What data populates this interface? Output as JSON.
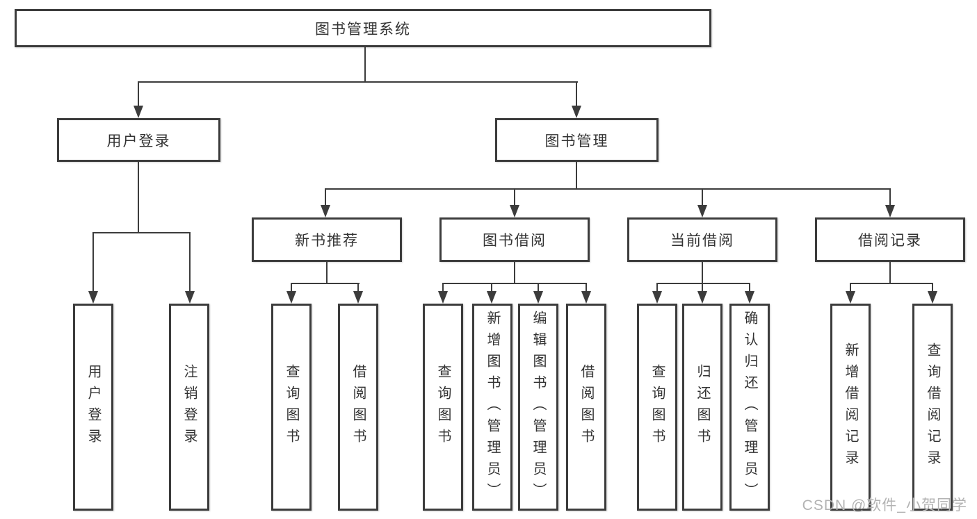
{
  "tree": {
    "label": "图书管理系统",
    "children": [
      {
        "label": "用户登录",
        "children": [
          {
            "label": "用户登录"
          },
          {
            "label": "注销登录"
          }
        ]
      },
      {
        "label": "图书管理",
        "children": [
          {
            "label": "新书推荐",
            "children": [
              {
                "label": "查询图书"
              },
              {
                "label": "借阅图书"
              }
            ]
          },
          {
            "label": "图书借阅",
            "children": [
              {
                "label": "查询图书"
              },
              {
                "label": "新增图书（管理员）"
              },
              {
                "label": "编辑图书（管理员）"
              },
              {
                "label": "借阅图书"
              }
            ]
          },
          {
            "label": "当前借阅",
            "children": [
              {
                "label": "查询图书"
              },
              {
                "label": "归还图书"
              },
              {
                "label": "确认归还（管理员）"
              }
            ]
          },
          {
            "label": "借阅记录",
            "children": [
              {
                "label": "新增借阅记录"
              },
              {
                "label": "查询借阅记录"
              }
            ]
          }
        ]
      }
    ]
  },
  "watermark": "CSDN @软件_小贺同学",
  "colors": {
    "line": "#3c3c3c",
    "text": "#333333",
    "background": "#ffffff",
    "watermark": "#b3b3b3"
  }
}
